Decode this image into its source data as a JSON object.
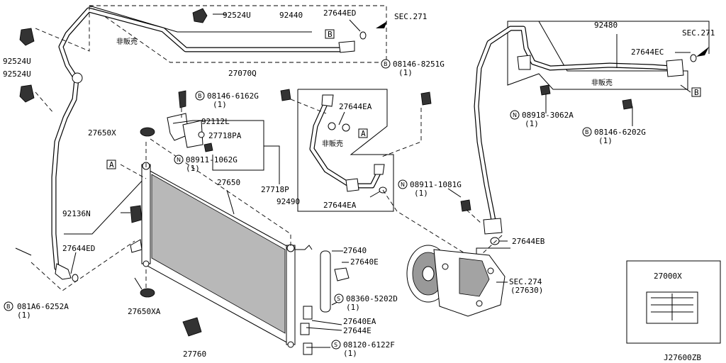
{
  "labels": {
    "p92524u_top": "92524U",
    "p92440": "92440",
    "p27644ed_top": "27644ED",
    "sec271_left": "SEC.271",
    "hihanbai_1": "非販売",
    "b_box_top": "B",
    "p92524u_a": "92524U",
    "p92524u_b": "92524U",
    "p27644ed_low": "27644ED",
    "bolt_081a6_code": "081A6-6252A",
    "bolt_081a6_qty": "(1)",
    "p27650x": "27650X",
    "a_box_left": "A",
    "p92136n": "92136N",
    "bolt_08146_6162g_code": "08146-6162G",
    "bolt_08146_6162g_qty": "(1)",
    "p92112l": "92112L",
    "p27718pa": "27718PA",
    "nut_08911_1062g_code": "08911-1062G",
    "nut_08911_1062g_qty": "(1)",
    "p27718p": "27718P",
    "p27650": "27650",
    "p27070q": "27070Q",
    "p27644ea_top": "27644EA",
    "a_box_mid": "A",
    "hihanbai_2": "非販売",
    "p92490": "92490",
    "p27644ea_low": "27644EA",
    "bolt_08146_8251g_code": "08146-8251G",
    "bolt_08146_8251g_qty": "(1)",
    "nut_08911_1081g_code": "08911-1081G",
    "nut_08911_1081g_qty": "(1)",
    "p27640": "27640",
    "p27640e": "27640E",
    "screw_08360_code": "08360-5202D",
    "screw_08360_qty": "(1)",
    "p27640ea": "27640EA",
    "p27644e": "27644E",
    "screw_08120_code": "08120-6122F",
    "screw_08120_qty": "(1)",
    "p27650xa": "27650XA",
    "p27760": "27760",
    "p92480": "92480",
    "sec271_right": "SEC.271",
    "p27644ec": "27644EC",
    "hihanbai_3": "非販売",
    "b_box_right": "B",
    "nut_08918_code": "08918-3062A",
    "nut_08918_qty": "(1)",
    "bolt_08146_6202g_code": "08146-6202G",
    "bolt_08146_6202g_qty": "(1)",
    "p27644eb": "27644EB",
    "sec274": "SEC.274",
    "sec274_sub": "(27630)",
    "p27000x": "27000X",
    "diagram_id": "J27600ZB"
  },
  "symbols": {
    "bolt": "B",
    "nut": "N",
    "screw": "S"
  }
}
